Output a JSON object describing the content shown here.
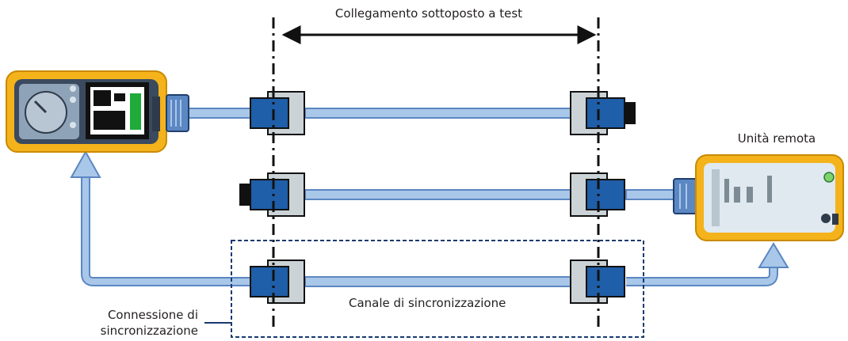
{
  "labels": {
    "test_link": "Collegamento sottoposto a test",
    "remote_unit": "Unità remota",
    "sync_channel": "Canale di sincronizzazione",
    "sync_connection_line1": "Connessione di",
    "sync_connection_line2": "sincronizzazione"
  },
  "colors": {
    "cable": "#a9c7e8",
    "cable_edge": "#5b87c2",
    "connector_blue": "#1f5ea8",
    "jack_gray": "#cbd3d6",
    "housing_yellow": "#f4b31b",
    "line_dark": "#111111",
    "dashed_box": "#1a3a6e"
  },
  "icons": {
    "main_unit": "cable-tester-main-unit-icon",
    "remote_unit": "cable-tester-remote-unit-icon"
  }
}
